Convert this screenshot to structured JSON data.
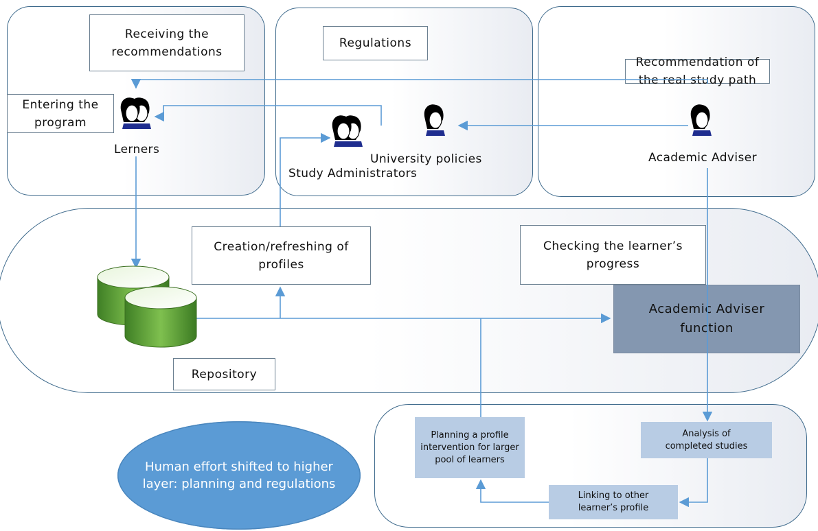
{
  "boxes": {
    "receiving": "Receiving the recommendations",
    "regulations": "Regulations",
    "recommendation_path": "Recommendation of the real study path",
    "entering": "Entering the program",
    "creation": "Creation/refreshing of profiles",
    "checking": "Checking the learner’s progress",
    "repository": "Repository"
  },
  "actors": {
    "learners": "Lerners",
    "study_admins": "Study Administrators",
    "policies": "University policies",
    "adviser": "Academic Adviser"
  },
  "function_box": "Academic Adviser function",
  "sub_boxes": {
    "planning": "Planning a profile intervention for larger pool of learners",
    "analysis": "Analysis of completed studies",
    "linking": "Linking to other learner’s profile"
  },
  "ellipse": "Human effort shifted to higher layer: planning and regulations",
  "colors": {
    "panel_border": "#3e6a8c",
    "arrow": "#5b9bd5",
    "function_fill": "#8497b0",
    "sub_fill": "#b8cce4",
    "ellipse_fill": "#5b9bd5",
    "db_green": "#4f9a2e"
  }
}
